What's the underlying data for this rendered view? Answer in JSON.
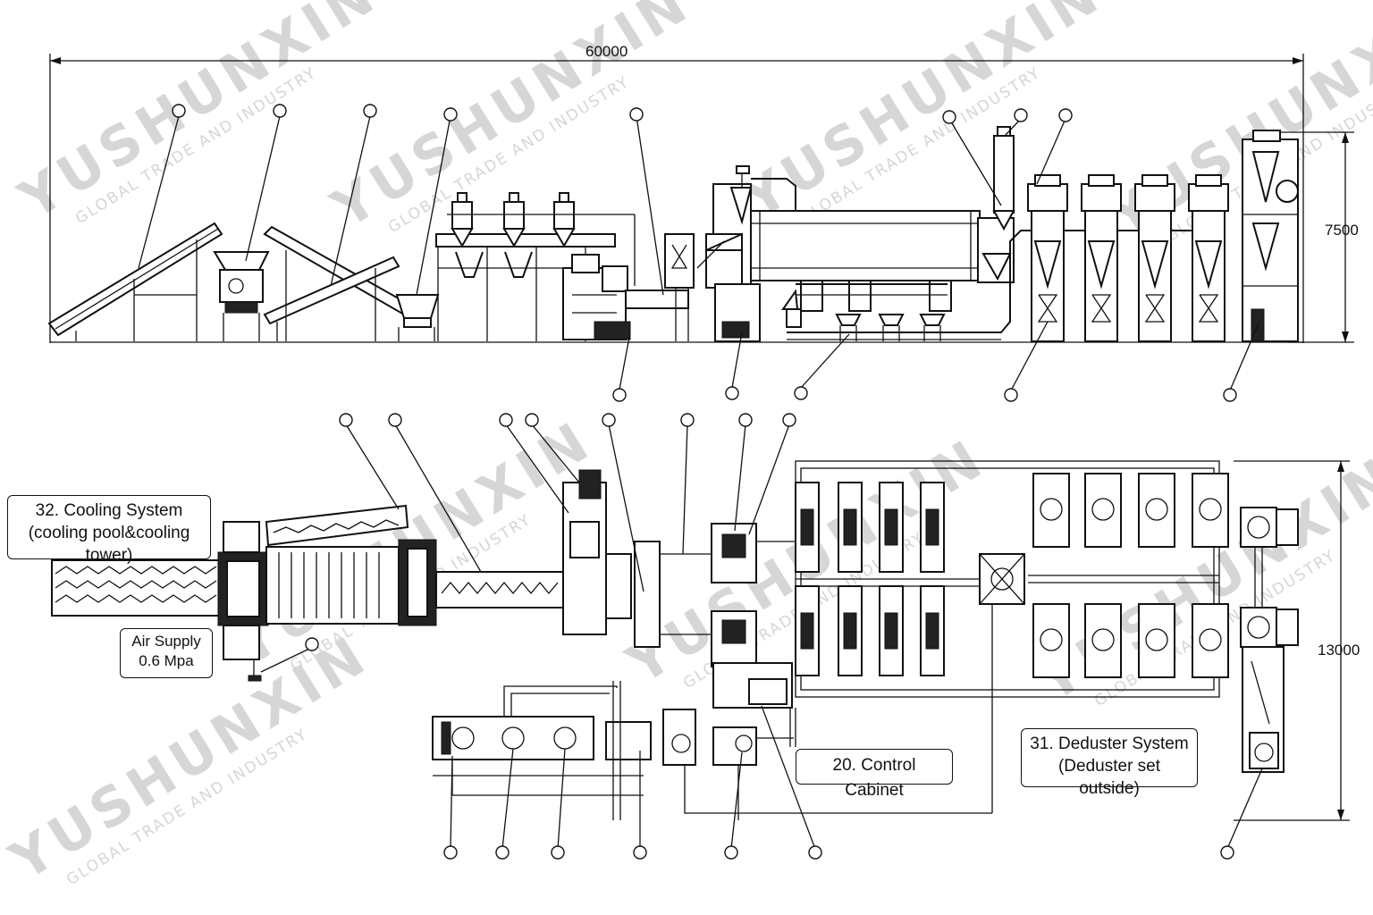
{
  "watermark": {
    "brand": "YUSHUNXIN",
    "tagline": "GLOBAL TRADE AND INDUSTRY"
  },
  "dimensions": {
    "total_length": "60000",
    "height": "7500",
    "width": "13000"
  },
  "labels": {
    "cooling_system_line1": "32. Cooling System",
    "cooling_system_line2": "(cooling pool&cooling tower)",
    "air_supply_line1": "Air Supply",
    "air_supply_line2": "0.6 Mpa",
    "control_cabinet": "20. Control Cabinet",
    "deduster_line1": "31. Deduster System",
    "deduster_line2": "(Deduster set outside)"
  },
  "markers": {
    "color": "#111111"
  }
}
